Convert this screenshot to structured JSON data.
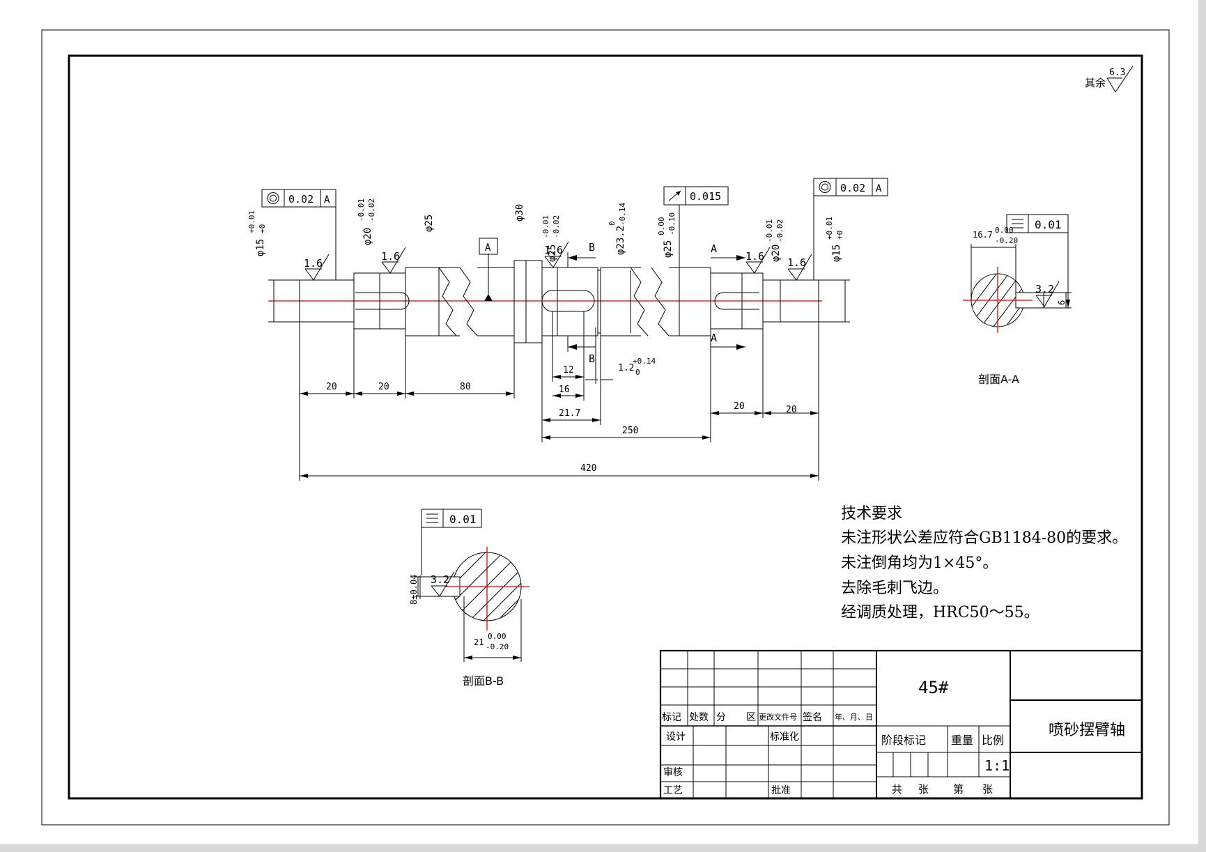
{
  "finish_general": {
    "label": "其余",
    "value": "6.3"
  },
  "frames": {
    "inner_stroke": "#000000",
    "outer_stroke": "#000000"
  },
  "dims": {
    "d_left_end": "φ15",
    "d_left_end_tol_up": "+0.01",
    "d_left_end_tol_low": "+0",
    "d_left_journal": "φ20",
    "d_left_journal_tol_up": "-0.01",
    "d_left_journal_tol_low": "-0.02",
    "d_25": "φ25",
    "d_30": "φ30",
    "d_key": "φ25",
    "d_key_tol_up": "-0.01",
    "d_key_tol_low": "-0.02",
    "d_groove": "φ23.2",
    "d_groove_tol_up": "0",
    "d_groove_tol_low": "-0.14",
    "d_right25": "φ25",
    "d_right25_tol_up": "0.00",
    "d_right25_tol_low": "-0.10",
    "d_right_journal": "φ20",
    "d_right_journal_tol_up": "-0.01",
    "d_right_journal_tol_low": "-0.02",
    "d_right_end": "φ15",
    "d_right_end_tol_up": "+0.01",
    "d_right_end_tol_low": "+0",
    "len_20a": "20",
    "len_20b": "20",
    "len_80": "80",
    "len_12": "12",
    "len_16": "16",
    "len_217": "21.7",
    "len_250": "250",
    "len_20c": "20",
    "len_20d": "20",
    "len_420": "420",
    "groove_width": "1.2",
    "groove_width_tol_up": "+0.14",
    "groove_width_tol_low": "0"
  },
  "roughness": {
    "r1": "1.6",
    "r2": "1.6",
    "r3": "1.6",
    "r4": "1.6",
    "r5": "1.6",
    "ra_a": "3.2",
    "ra_b": "3.2"
  },
  "gdt": {
    "left": {
      "value": "0.02",
      "datum": "A"
    },
    "mid": {
      "value": "0.015"
    },
    "right": {
      "value": "0.02",
      "datum": "A"
    },
    "sec_a": {
      "value": "0.01"
    },
    "sec_b": {
      "value": "0.01"
    },
    "datum_a": "A"
  },
  "section_labels": {
    "b_arrow_top": "B",
    "b_arrow_bottom": "B",
    "a_arrow_top": "A",
    "a_arrow_bottom": "A"
  },
  "section_a": {
    "title": "剖面A-A",
    "dim_depth": "16.7",
    "dim_depth_tol_up": "0.00",
    "dim_depth_tol_low": "-0.20",
    "dim_width": "6"
  },
  "section_b": {
    "title": "剖面B-B",
    "dim_width": "8±0.04",
    "dim_depth": "21",
    "dim_depth_tol_up": "0.00",
    "dim_depth_tol_low": "-0.20"
  },
  "tech_req": {
    "title": "技术要求",
    "lines": [
      "未注形状公差应符合GB1184-80的要求。",
      "未注倒角均为1×45°。",
      "去除毛刺飞边。",
      "经调质处理，HRC50～55。"
    ]
  },
  "title_block": {
    "material": "45#",
    "part_name": "喷砂摆臂轴",
    "h_biaoji": "标记",
    "h_chushu": "处数",
    "h_fen": "分",
    "h_qu": "区",
    "h_genggai": "更改文件号",
    "h_qianming": "签名",
    "h_nianyueri": "年、月、日",
    "sheji": "设计",
    "biaozhunhua": "标准化",
    "shenhe": "审核",
    "gongyi": "工艺",
    "pizhun": "批准",
    "jieduan": "阶段标记",
    "zhongliang": "重量",
    "bili": "比例",
    "scale": "1:1",
    "gong": "共",
    "zhang1": "张",
    "di": "第",
    "zhang2": "张"
  }
}
